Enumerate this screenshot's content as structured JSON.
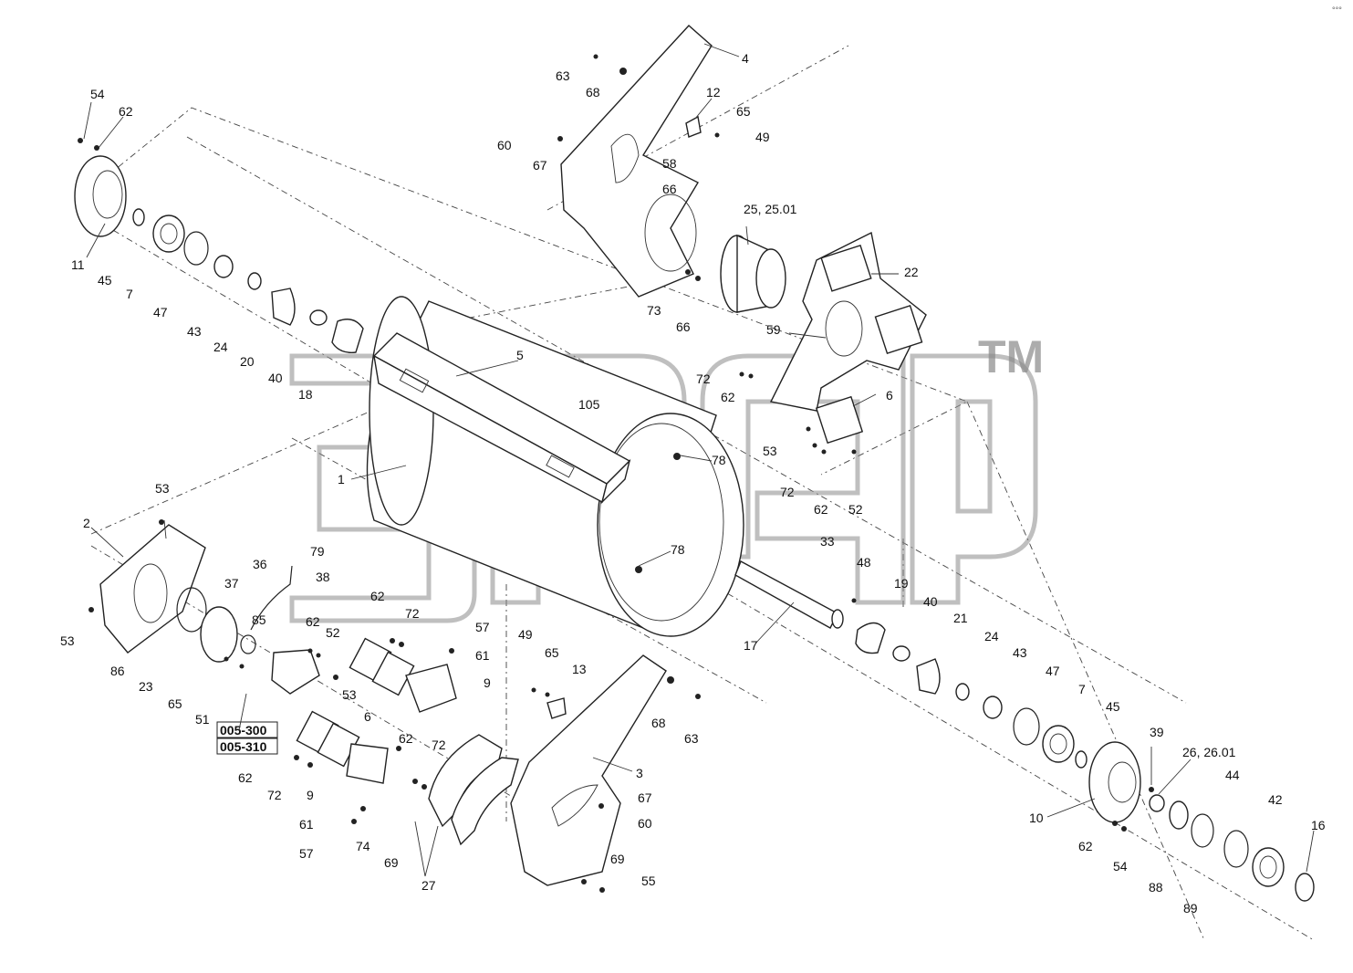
{
  "diagram": {
    "corner_mark": "°°°",
    "watermark_tm": "TM",
    "ref_codes": [
      "005-300",
      "005-310"
    ],
    "callouts": [
      {
        "id": "c-54a",
        "text": "54"
      },
      {
        "id": "c-62a",
        "text": "62"
      },
      {
        "id": "c-11",
        "text": "11"
      },
      {
        "id": "c-45a",
        "text": "45"
      },
      {
        "id": "c-7a",
        "text": "7"
      },
      {
        "id": "c-47a",
        "text": "47"
      },
      {
        "id": "c-43a",
        "text": "43"
      },
      {
        "id": "c-24a",
        "text": "24"
      },
      {
        "id": "c-20",
        "text": "20"
      },
      {
        "id": "c-40a",
        "text": "40"
      },
      {
        "id": "c-18",
        "text": "18"
      },
      {
        "id": "c-5",
        "text": "5"
      },
      {
        "id": "c-1",
        "text": "1"
      },
      {
        "id": "c-105",
        "text": "105"
      },
      {
        "id": "c-78a",
        "text": "78"
      },
      {
        "id": "c-78b",
        "text": "78"
      },
      {
        "id": "c-63a",
        "text": "63"
      },
      {
        "id": "c-68a",
        "text": "68"
      },
      {
        "id": "c-4",
        "text": "4"
      },
      {
        "id": "c-12",
        "text": "12"
      },
      {
        "id": "c-65a",
        "text": "65"
      },
      {
        "id": "c-49a",
        "text": "49"
      },
      {
        "id": "c-60a",
        "text": "60"
      },
      {
        "id": "c-67a",
        "text": "67"
      },
      {
        "id": "c-58",
        "text": "58"
      },
      {
        "id": "c-66a",
        "text": "66"
      },
      {
        "id": "c-25",
        "text": "25, 25.01"
      },
      {
        "id": "c-22",
        "text": "22"
      },
      {
        "id": "c-73",
        "text": "73"
      },
      {
        "id": "c-66b",
        "text": "66"
      },
      {
        "id": "c-59",
        "text": "59"
      },
      {
        "id": "c-72a",
        "text": "72"
      },
      {
        "id": "c-62b",
        "text": "62"
      },
      {
        "id": "c-6a",
        "text": "6"
      },
      {
        "id": "c-53a",
        "text": "53"
      },
      {
        "id": "c-72b",
        "text": "72"
      },
      {
        "id": "c-62c",
        "text": "62"
      },
      {
        "id": "c-52a",
        "text": "52"
      },
      {
        "id": "c-33",
        "text": "33"
      },
      {
        "id": "c-48",
        "text": "48"
      },
      {
        "id": "c-19",
        "text": "19"
      },
      {
        "id": "c-40b",
        "text": "40"
      },
      {
        "id": "c-21",
        "text": "21"
      },
      {
        "id": "c-24b",
        "text": "24"
      },
      {
        "id": "c-43b",
        "text": "43"
      },
      {
        "id": "c-47b",
        "text": "47"
      },
      {
        "id": "c-7b",
        "text": "7"
      },
      {
        "id": "c-45b",
        "text": "45"
      },
      {
        "id": "c-17",
        "text": "17"
      },
      {
        "id": "c-39",
        "text": "39"
      },
      {
        "id": "c-26",
        "text": "26, 26.01"
      },
      {
        "id": "c-44",
        "text": "44"
      },
      {
        "id": "c-10",
        "text": "10"
      },
      {
        "id": "c-42",
        "text": "42"
      },
      {
        "id": "c-16",
        "text": "16"
      },
      {
        "id": "c-62d",
        "text": "62"
      },
      {
        "id": "c-54b",
        "text": "54"
      },
      {
        "id": "c-88",
        "text": "88"
      },
      {
        "id": "c-89",
        "text": "89"
      },
      {
        "id": "c-53b",
        "text": "53"
      },
      {
        "id": "c-2",
        "text": "2"
      },
      {
        "id": "c-53c",
        "text": "53"
      },
      {
        "id": "c-86",
        "text": "86"
      },
      {
        "id": "c-37",
        "text": "37"
      },
      {
        "id": "c-36",
        "text": "36"
      },
      {
        "id": "c-79",
        "text": "79"
      },
      {
        "id": "c-38",
        "text": "38"
      },
      {
        "id": "c-23",
        "text": "23"
      },
      {
        "id": "c-65b",
        "text": "65"
      },
      {
        "id": "c-51",
        "text": "51"
      },
      {
        "id": "c-85",
        "text": "85"
      },
      {
        "id": "c-62e",
        "text": "62"
      },
      {
        "id": "c-52b",
        "text": "52"
      },
      {
        "id": "c-62f",
        "text": "62"
      },
      {
        "id": "c-72c",
        "text": "72"
      },
      {
        "id": "c-53d",
        "text": "53"
      },
      {
        "id": "c-6b",
        "text": "6"
      },
      {
        "id": "c-62g",
        "text": "62"
      },
      {
        "id": "c-72d",
        "text": "72"
      },
      {
        "id": "c-9a",
        "text": "9"
      },
      {
        "id": "c-57a",
        "text": "57"
      },
      {
        "id": "c-61a",
        "text": "61"
      },
      {
        "id": "c-62h",
        "text": "62"
      },
      {
        "id": "c-72e",
        "text": "72"
      },
      {
        "id": "c-9b",
        "text": "9"
      },
      {
        "id": "c-61b",
        "text": "61"
      },
      {
        "id": "c-57b",
        "text": "57"
      },
      {
        "id": "c-74",
        "text": "74"
      },
      {
        "id": "c-69a",
        "text": "69"
      },
      {
        "id": "c-27",
        "text": "27"
      },
      {
        "id": "c-49b",
        "text": "49"
      },
      {
        "id": "c-65c",
        "text": "65"
      },
      {
        "id": "c-13",
        "text": "13"
      },
      {
        "id": "c-68b",
        "text": "68"
      },
      {
        "id": "c-63b",
        "text": "63"
      },
      {
        "id": "c-3",
        "text": "3"
      },
      {
        "id": "c-67b",
        "text": "67"
      },
      {
        "id": "c-60b",
        "text": "60"
      },
      {
        "id": "c-69b",
        "text": "69"
      },
      {
        "id": "c-55",
        "text": "55"
      }
    ]
  }
}
